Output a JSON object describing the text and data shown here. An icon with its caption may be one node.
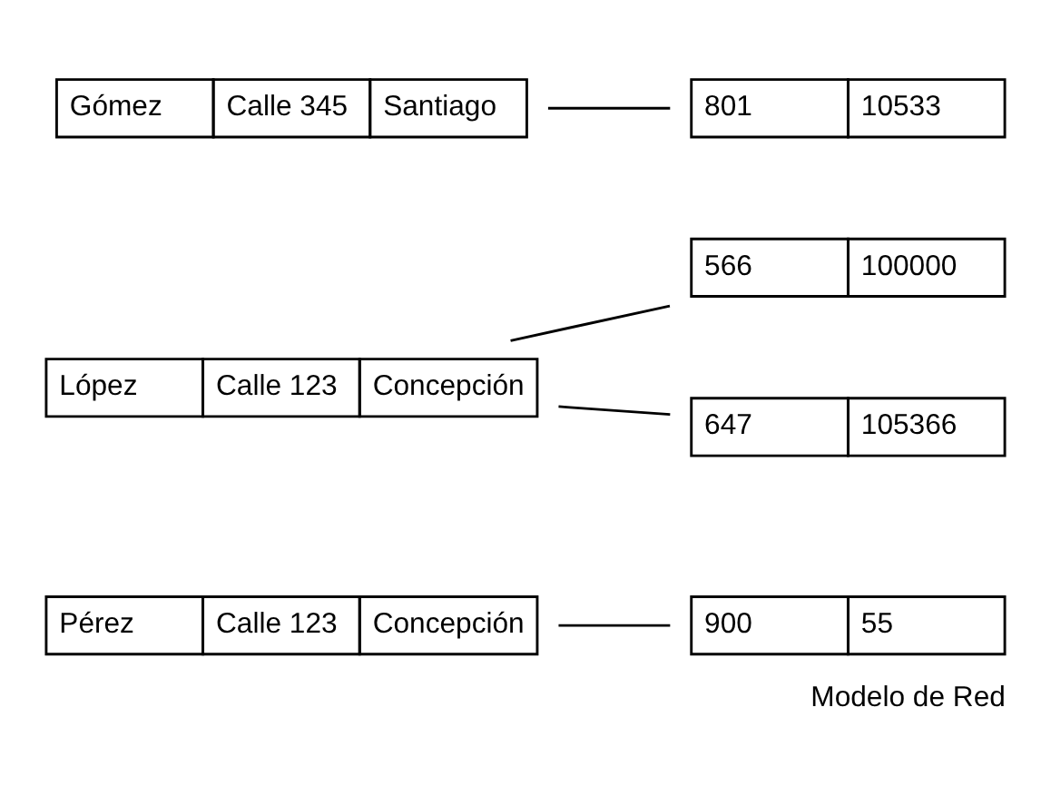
{
  "diagram": {
    "caption": "Modelo de Red",
    "nodes": [
      {
        "text": [
          "Pérez",
          "Calle 123",
          "Concepción"
        ]
      },
      {
        "text": [
          "900",
          "55"
        ]
      },
      {
        "text": [
          "López",
          "Calle 123",
          "Concepción"
        ]
      },
      {
        "text": [
          "566",
          "100000"
        ]
      },
      {
        "text": [
          "647",
          "105366"
        ]
      },
      {
        "text": [
          "Gómez",
          "Calle 345",
          "Santiago"
        ]
      },
      {
        "text": [
          "801",
          "10533"
        ]
      }
    ],
    "edges": [
      {
        "from": 0,
        "to": 1,
        "arrow": "none"
      },
      {
        "from": 2,
        "to": 3,
        "arrow": "none"
      },
      {
        "from": 2,
        "to": 4,
        "arrow": "none"
      },
      {
        "from": 5,
        "to": 6,
        "arrow": "none"
      }
    ]
  }
}
